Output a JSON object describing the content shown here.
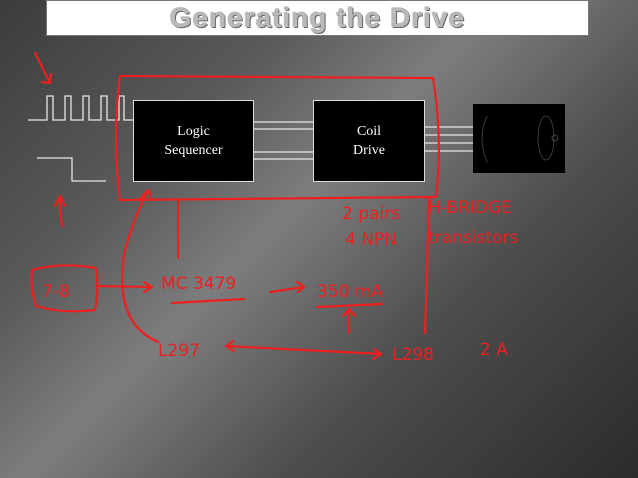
{
  "slide": {
    "title": "Generating the Drive"
  },
  "diagram": {
    "logic_block": {
      "line1": "Logic",
      "line2": "Sequencer"
    },
    "coil_block": {
      "line1": "Coil",
      "line2": "Drive"
    }
  },
  "annotations": {
    "ratio": "7-8",
    "chip_mc": "MC 3479",
    "current_mc": "350 mA",
    "chip_l297": "L297",
    "chip_l298": "L298",
    "current_l298": "2 A",
    "note_pairs": "2 pairs",
    "note_npn": "4 NPN",
    "note_hbridge": "H-BRIDGE",
    "note_transistors": "transistors"
  },
  "colors": {
    "ink": "#ee1f1f",
    "block": "#000000",
    "title_text": "#b9b9b9"
  }
}
